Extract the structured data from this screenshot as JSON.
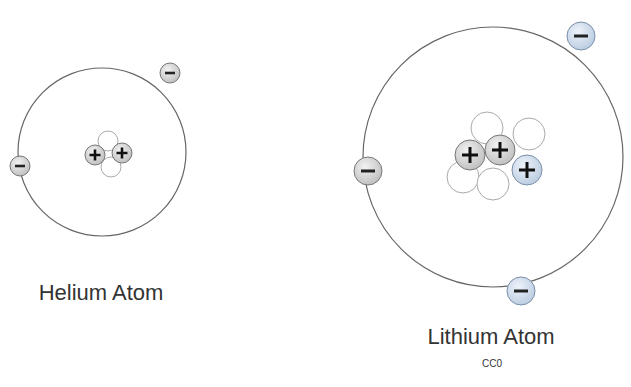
{
  "diagram": {
    "labels": [
      "Helium Atom",
      "Lithium Atom",
      "CC0"
    ]
  }
}
